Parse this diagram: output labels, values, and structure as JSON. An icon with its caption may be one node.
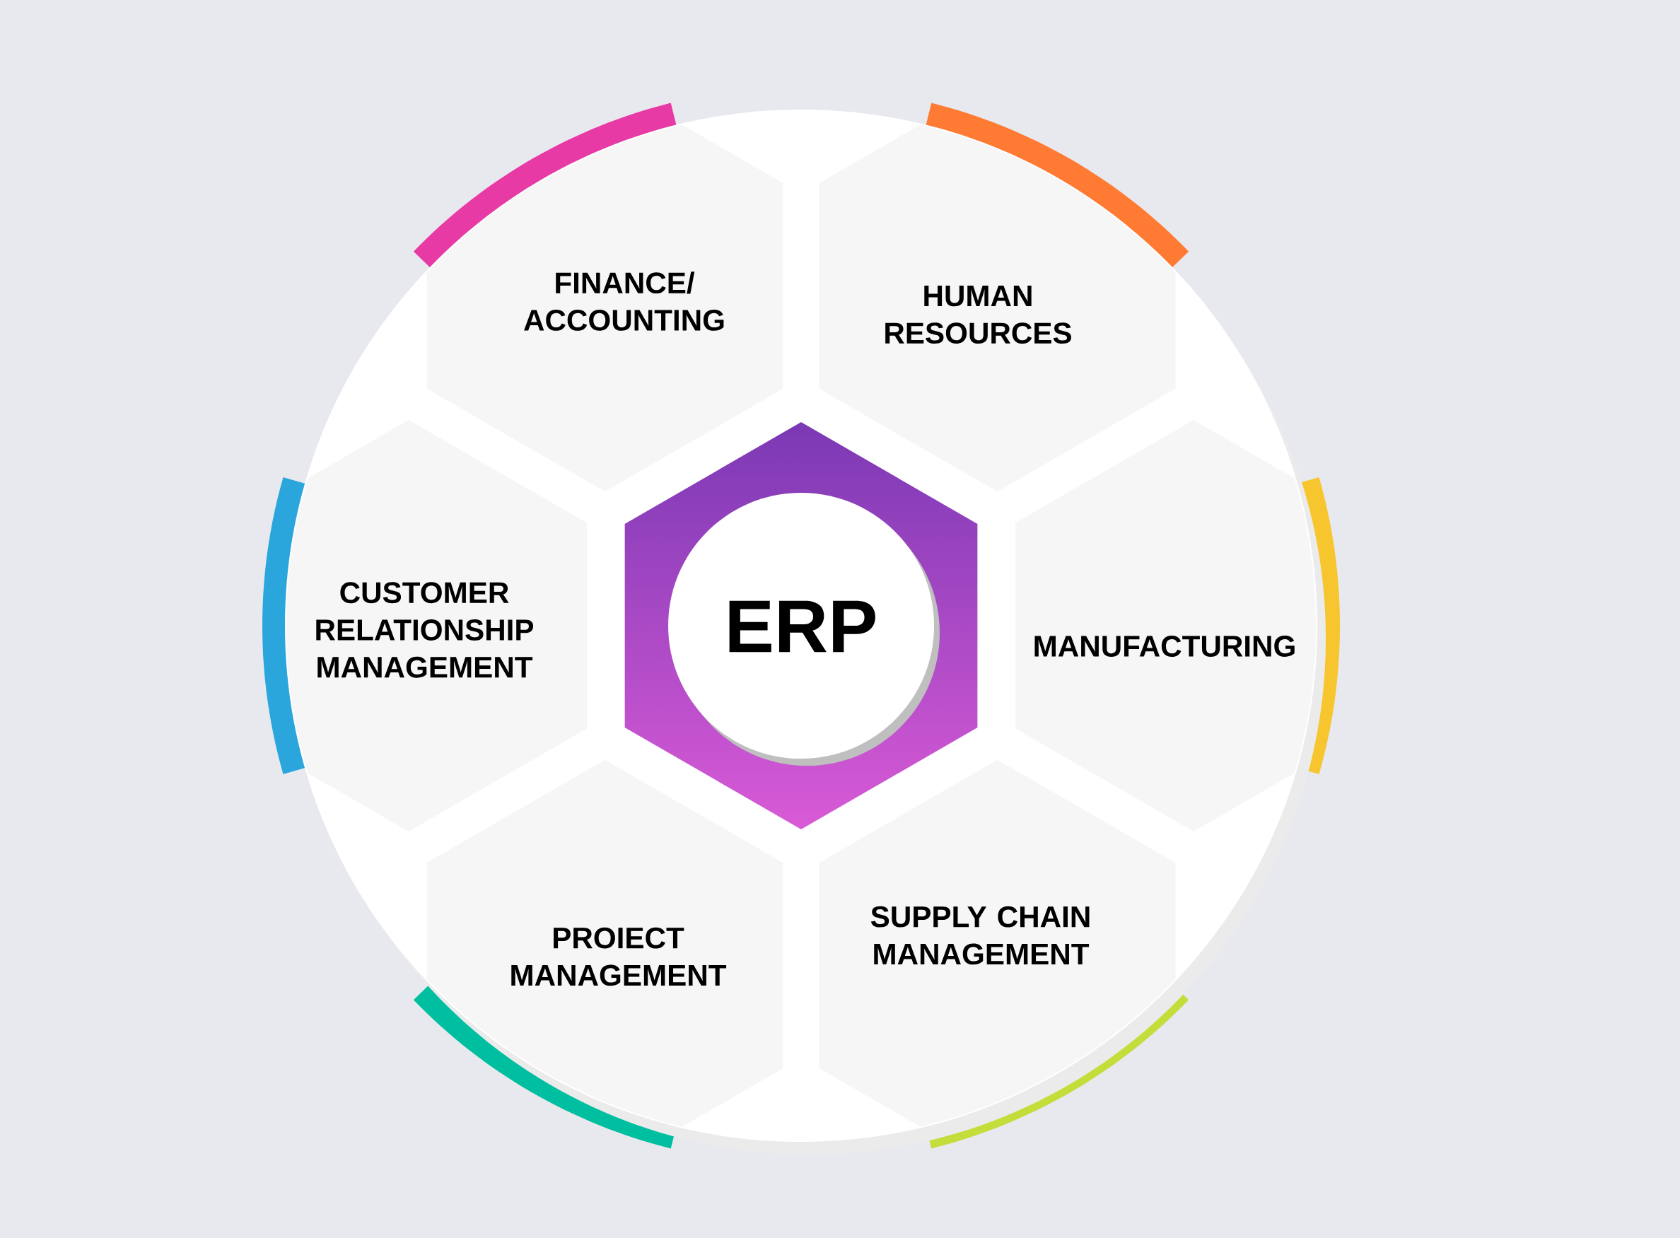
{
  "diagram": {
    "nodes": [
      {
        "text": [
          "FINANCE/ ACCOUNTING"
        ]
      },
      {
        "text": [
          "HUMAN RESOURCES"
        ]
      },
      {
        "text": [
          "CUSTOMER RELATIONSHIP MANAGEMENT"
        ]
      },
      {
        "text": [
          "ERP"
        ]
      },
      {
        "text": [
          "MANUFACTURING"
        ]
      },
      {
        "text": [
          "PROIECT MANAGEMENT"
        ]
      },
      {
        "text": [
          "SUPPLY CHAIN MANAGEMENT"
        ]
      }
    ]
  }
}
